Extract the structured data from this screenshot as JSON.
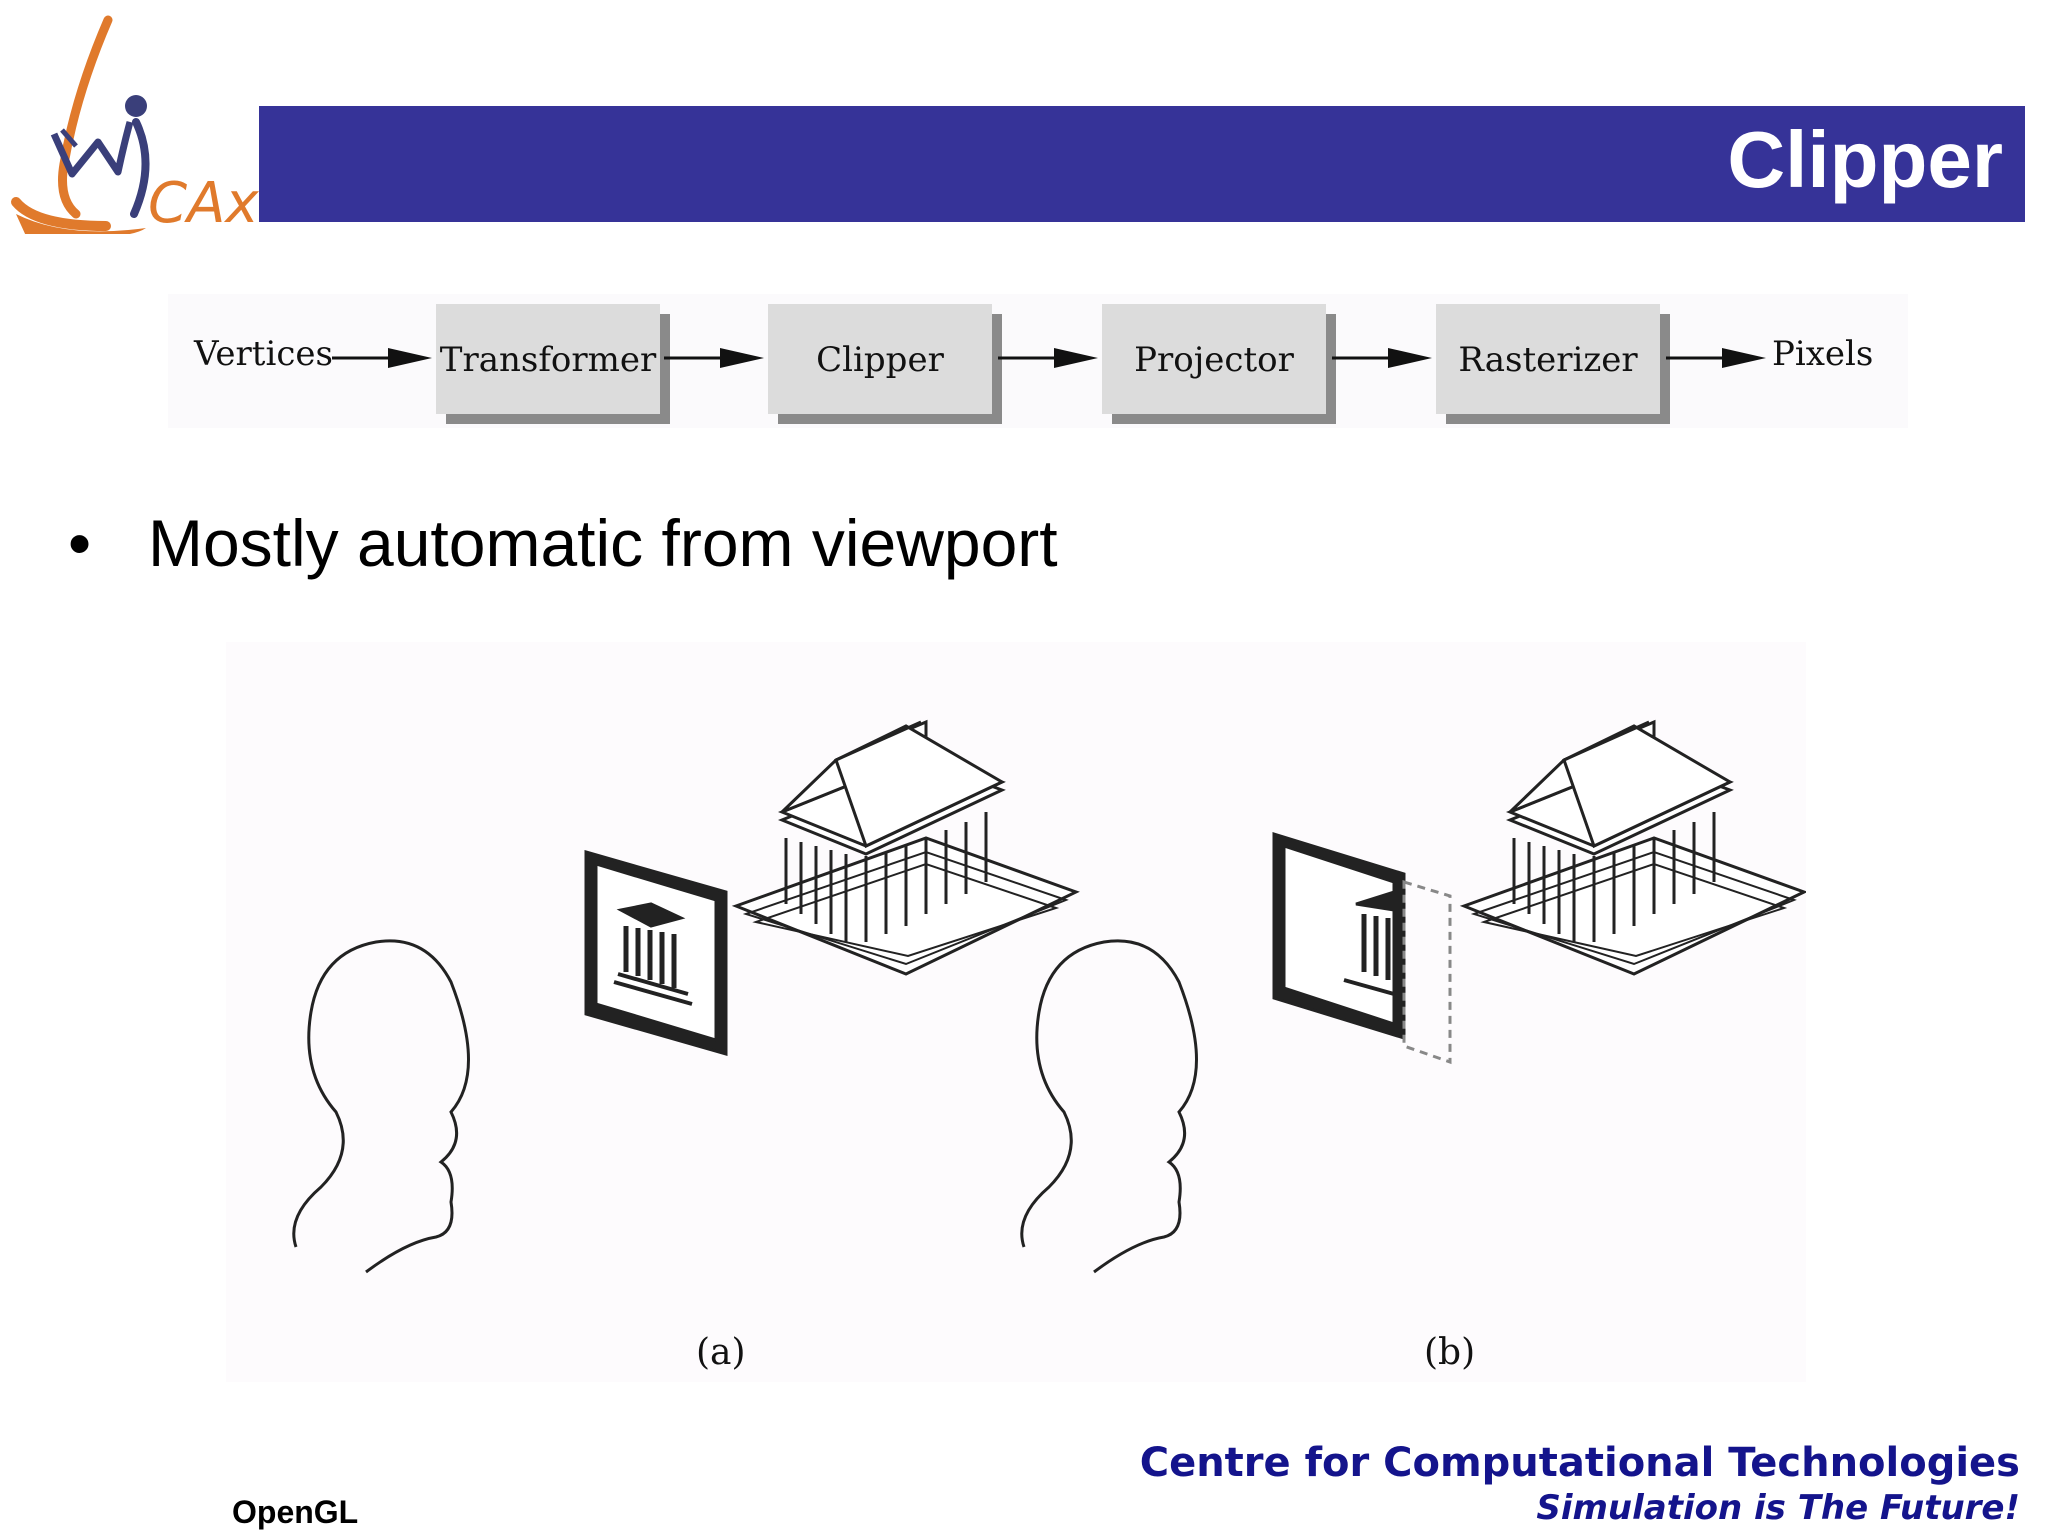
{
  "slide": {
    "title": "Clipper",
    "logo_text": "CAx",
    "pipeline": {
      "start": "Vertices",
      "stages": [
        "Transformer",
        "Clipper",
        "Projector",
        "Rasterizer"
      ],
      "end": "Pixels"
    },
    "bullet": "Mostly automatic from viewport",
    "figure": {
      "caption_a": "(a)",
      "caption_b": "(b)"
    },
    "footer": {
      "left": "OpenGL",
      "org": "Centre for Computational Technologies",
      "tagline": "Simulation is The Future!"
    }
  },
  "colors": {
    "title_bar": "#363398",
    "footer_text": "#14148c",
    "logo_orange": "#e07a2c"
  }
}
